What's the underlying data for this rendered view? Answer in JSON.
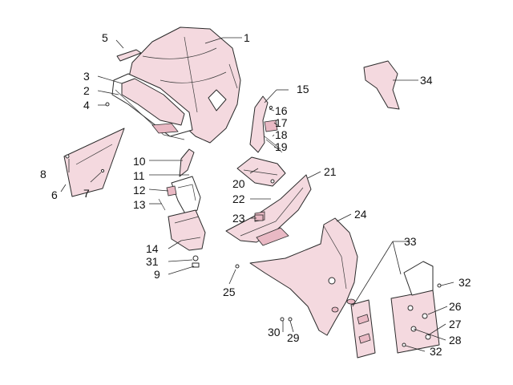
{
  "colors": {
    "part_fill": "#f4d9df",
    "line": "#2a2a2a",
    "background": "#ffffff"
  },
  "callouts": {
    "c1": "1",
    "c2": "2",
    "c3": "3",
    "c4": "4",
    "c5": "5",
    "c6": "6",
    "c7": "7",
    "c8": "8",
    "c9": "9",
    "c10": "10",
    "c11": "11",
    "c12": "12",
    "c13": "13",
    "c14": "14",
    "c15": "15",
    "c16": "16",
    "c17": "17",
    "c18": "18",
    "c19": "19",
    "c20": "20",
    "c21": "21",
    "c22": "22",
    "c23": "23",
    "c24": "24",
    "c25": "25",
    "c26": "26",
    "c27": "27",
    "c28": "28",
    "c29": "29",
    "c30": "30",
    "c31": "31",
    "c32a": "32",
    "c32b": "32",
    "c33": "33",
    "c34": "34"
  }
}
